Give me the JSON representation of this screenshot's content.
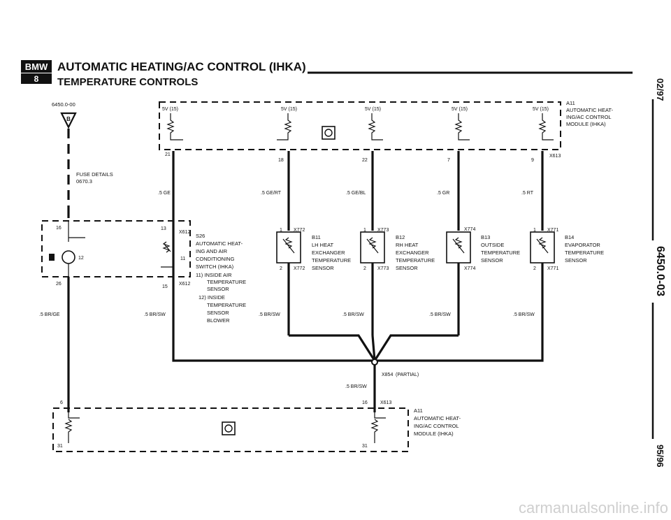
{
  "header": {
    "brand_badge": "BMW",
    "series_badge": "8",
    "title": "AUTOMATIC HEATING/AC CONTROL (IHKA)",
    "subtitle": "TEMPERATURE CONTROLS"
  },
  "side": {
    "date": "02/97",
    "page": "6450.0-03",
    "model": "95/96"
  },
  "ref": "6450.0-00",
  "fuse": {
    "line1": "FUSE DETAILS",
    "line2": "0670.3"
  },
  "module_top": {
    "name": "A11",
    "line1": "AUTOMATIC HEAT-",
    "line2": "ING/AC CONTROL",
    "line3": "MODULE (IHKA)",
    "connector": "X613"
  },
  "module_bottom": {
    "name": "A11",
    "line1": "AUTOMATIC HEAT-",
    "line2": "ING/AC CONTROL",
    "line3": "MODULE (IHKA)",
    "connector": "X613",
    "pin_a": "16",
    "pin_b": "31",
    "pin_c": "31",
    "pin_d": "6"
  },
  "supply": {
    "v1": "5V (15)",
    "v2": "5V (15)",
    "v3": "5V (15)",
    "v4": "5V (15)",
    "v5": "5V (15)"
  },
  "pins_top": {
    "p21": "21",
    "p18": "18",
    "p22": "22",
    "p7": "7",
    "p9": "9"
  },
  "wires": {
    "w1": ".5 GE",
    "w2": ".5 GE/RT",
    "w3": ".5 GE/BL",
    "w4": ".5 GR",
    "w5": ".5 RT",
    "g0": ".5 BR/GE",
    "g1": ".5 BR/SW",
    "g2": ".5 BR/SW",
    "g3": ".5 BR/SW",
    "g4": ".5 BR/SW",
    "g5": ".5 BR/SW",
    "g6": ".5 BR/SW"
  },
  "s26": {
    "name": "S26",
    "line1": "AUTOMATIC HEAT-",
    "line2": "ING AND AIR",
    "line3": "CONDITIONING",
    "line4": "SWITCH (IHKA)",
    "n11": "11) INSIDE AIR",
    "n11b": "TEMPERATURE",
    "n11c": "SENSOR",
    "n12": "12) INSIDE",
    "n12b": "TEMPERATURE",
    "n12c": "SENSOR",
    "n12d": "BLOWER",
    "pin16": "16",
    "pin13": "13",
    "pin15": "15",
    "pin26": "26",
    "conn_a": "X612",
    "conn_b": "X612",
    "mark11": "11",
    "mark12": "12"
  },
  "sensors": [
    {
      "name": "B11",
      "l1": "LH HEAT",
      "l2": "EXCHANGER",
      "l3": "TEMPERATURE",
      "l4": "SENSOR",
      "ca": "X772",
      "cb": "X772",
      "pa": "1",
      "pb": "2"
    },
    {
      "name": "B12",
      "l1": "RH HEAT",
      "l2": "EXCHANGER",
      "l3": "TEMPERATURE",
      "l4": "SENSOR",
      "ca": "X773",
      "cb": "X773",
      "pa": "1",
      "pb": "2"
    },
    {
      "name": "B13",
      "l1": "OUTSIDE",
      "l2": "TEMPERATURE",
      "l3": "SENSOR",
      "l4": "",
      "ca": "X774",
      "cb": "X774",
      "pa": "",
      "pb": ""
    },
    {
      "name": "B14",
      "l1": "EVAPORATOR",
      "l2": "TEMPERATURE",
      "l3": "SENSOR",
      "l4": "",
      "ca": "X771",
      "cb": "X771",
      "pa": "1",
      "pb": "2"
    }
  ],
  "splice": {
    "name": "X854",
    "note": "(PARTIAL)"
  },
  "watermark": "carmanualsonline.info"
}
